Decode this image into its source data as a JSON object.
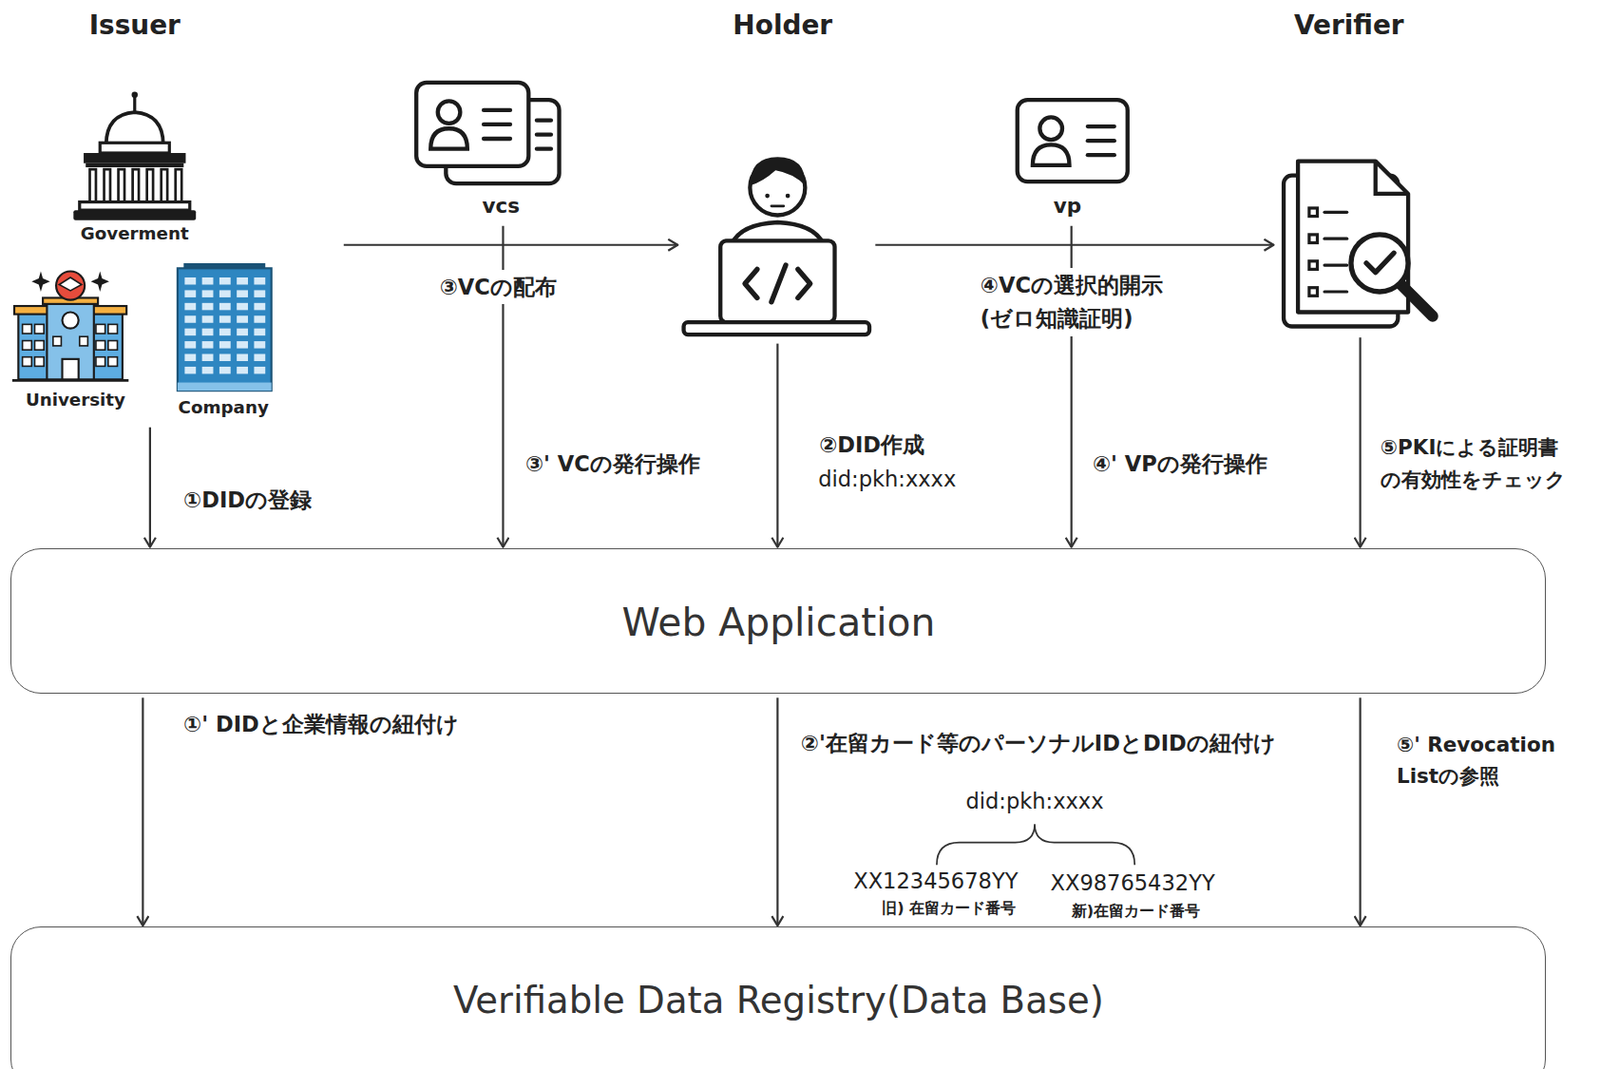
{
  "diagram": {
    "nodes": [
      {
        "text": [
          "Issuer"
        ]
      },
      {
        "text": [
          "Goverment"
        ],
        "in": 0
      },
      {
        "text": [
          "University"
        ],
        "in": 0
      },
      {
        "text": [
          "Company"
        ],
        "in": 0
      },
      {
        "text": [
          "vcs"
        ]
      },
      {
        "text": [
          "Holder"
        ]
      },
      {
        "text": [
          "vp"
        ]
      },
      {
        "text": [
          "Verifier"
        ]
      },
      {
        "text": [
          "Web Application"
        ]
      },
      {
        "text": [
          "Verifiable Data Registry(Data Base)"
        ]
      }
    ],
    "edges": [
      {
        "from": 0,
        "to": 5,
        "arrow": "to",
        "label": "③VCの配布"
      },
      {
        "from": 5,
        "to": 7,
        "arrow": "to",
        "label": "④VCの選択的開示 (ゼロ知識証明)"
      },
      {
        "from": 0,
        "to": 8,
        "arrow": "to",
        "label": "①DIDの登録"
      },
      {
        "from": 4,
        "to": 8,
        "arrow": "to",
        "label": "③' VCの発行操作"
      },
      {
        "from": 5,
        "to": 8,
        "arrow": "to",
        "label": "②DID作成"
      },
      {
        "from": 6,
        "to": 8,
        "arrow": "to",
        "label": "④' VPの発行操作"
      },
      {
        "from": 7,
        "to": 8,
        "arrow": "to",
        "label": "⑤PKIによる証明書 の有効性をチェック"
      },
      {
        "from": 8,
        "to": 9,
        "arrow": "to",
        "label": "①' DIDと企業情報の紐付け"
      },
      {
        "from": 8,
        "to": 9,
        "arrow": "to",
        "label": "②'在留カード等のパーソナルIDとDIDの紐付け"
      },
      {
        "from": 8,
        "to": 9,
        "arrow": "to",
        "label": "⑤' Revocation Listの参照"
      }
    ],
    "labels": [
      "did:pkh:xxxx",
      "did:pkh:xxxx",
      "XX12345678YY",
      "旧) 在留カード番号",
      "XX98765432YY",
      "新)在留カード番号"
    ]
  }
}
